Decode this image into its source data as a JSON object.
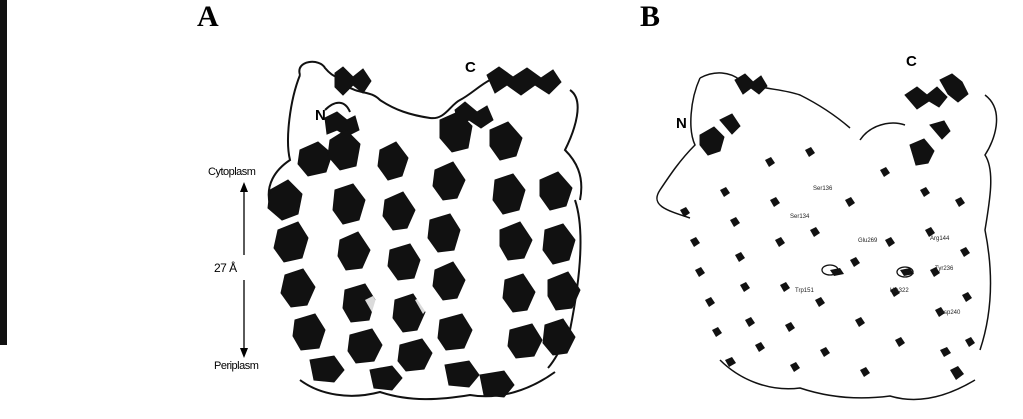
{
  "figure": {
    "panel_a": {
      "letter": "A",
      "n_terminus": "N",
      "c_terminus": "C",
      "cytoplasm_label": "Cytoplasm",
      "periplasm_label": "Periplasm",
      "membrane_thickness": "27 Å"
    },
    "panel_b": {
      "letter": "B",
      "n_terminus": "N",
      "c_terminus": "C",
      "residue_labels": [
        "Ser136",
        "Ser134",
        "Glu269",
        "Trp151",
        "Arg144",
        "His322",
        "Tyr236",
        "Asp240"
      ]
    }
  },
  "colors": {
    "ink": "#111111",
    "background": "#ffffff"
  }
}
